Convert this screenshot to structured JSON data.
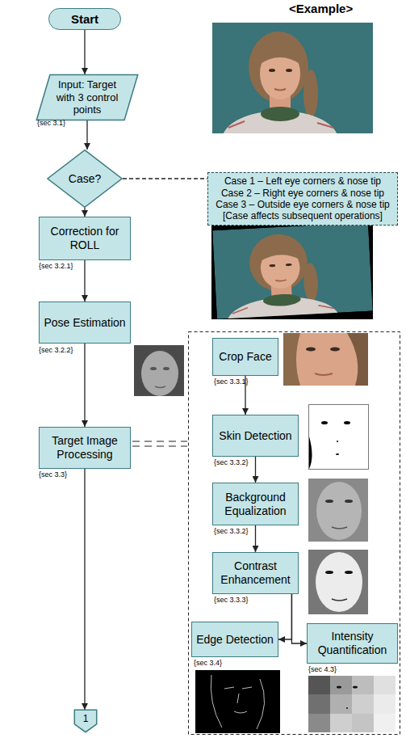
{
  "diagram": {
    "nodes": [
      {
        "text": [
          "Start"
        ]
      },
      {
        "text": [
          "Input: Target with 3 control points"
        ]
      },
      {
        "text": [
          "Case?"
        ]
      },
      {
        "text": [
          "Case 1 – Left eye corners & nose tip",
          "Case 2 – Right eye corners & nose tip",
          "Case 3 – Outside eye corners & nose tip",
          "[Case affects subsequent operations]"
        ]
      },
      {
        "text": [
          "Correction for ROLL"
        ]
      },
      {
        "text": [
          "Pose Estimation"
        ]
      },
      {
        "text": [
          "Target Image Processing"
        ]
      },
      {
        "text": [
          "Crop Face"
        ]
      },
      {
        "text": [
          "Skin Detection"
        ]
      },
      {
        "text": [
          "Background Equalization"
        ]
      },
      {
        "text": [
          "Contrast Enhancement"
        ]
      },
      {
        "text": [
          "Edge Detection"
        ]
      },
      {
        "text": [
          "Intensity Quantification"
        ]
      },
      {
        "text": [
          "1"
        ]
      }
    ],
    "edges": [
      {
        "from": 0,
        "to": 1,
        "arrow": "to"
      },
      {
        "from": 1,
        "to": 2,
        "arrow": "to"
      },
      {
        "from": 2,
        "to": 3,
        "arrow": "none"
      },
      {
        "from": 2,
        "to": 4,
        "arrow": "to"
      },
      {
        "from": 4,
        "to": 5,
        "arrow": "to"
      },
      {
        "from": 5,
        "to": 6,
        "arrow": "to"
      },
      {
        "from": 6,
        "to": 13,
        "arrow": "to"
      },
      {
        "from": 7,
        "to": 8,
        "arrow": "to"
      },
      {
        "from": 8,
        "to": 9,
        "arrow": "to"
      },
      {
        "from": 9,
        "to": 10,
        "arrow": "to"
      },
      {
        "from": 10,
        "to": 11,
        "arrow": "to"
      },
      {
        "from": 10,
        "to": 12,
        "arrow": "to"
      }
    ],
    "labels": [
      "<Example>",
      "{sec 3.1}",
      "{sec 3.2.1}",
      "{sec 3.2.2}",
      "{sec 3.3}",
      "{sec 3.3.1}",
      "{sec 3.3.2}",
      "{sec 3.3.2}",
      "{sec 3.3.3}",
      "{sec 3.4}",
      "{sec 4.3}"
    ]
  }
}
